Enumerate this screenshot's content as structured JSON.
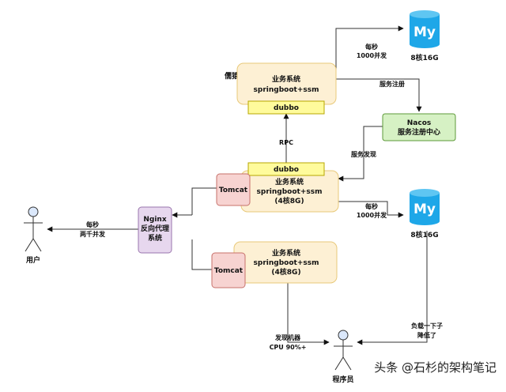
{
  "diagram": {
    "watermark": "头条 @石杉的架构笔记",
    "top_group_title": "儒猿课堂",
    "top_service": {
      "line1": "业务系统",
      "line2": "springboot+ssm",
      "dubbo": "dubbo"
    },
    "mysql_top": {
      "logo": "My",
      "spec": "8核16G",
      "qps_line1": "每秒",
      "qps_line2": "1000并发"
    },
    "service_register": "服务注册",
    "nacos": {
      "line1": "Nacos",
      "line2": "服务注册中心"
    },
    "service_discovery": "服务发现",
    "rpc": "RPC",
    "middle_service": {
      "dubbo": "dubbo",
      "tomcat": "Tomcat",
      "line1": "业务系统",
      "line2": "springboot+ssm",
      "line3": "(4核8G)"
    },
    "mysql_mid": {
      "logo": "My",
      "spec": "8核16G",
      "qps_line1": "每秒",
      "qps_line2": "1000并发"
    },
    "nginx": {
      "line1": "Nginx",
      "line2": "反向代理",
      "line3": "系统"
    },
    "user": {
      "label": "用户",
      "qps_line1": "每秒",
      "qps_line2": "两千并发"
    },
    "bottom_service": {
      "tomcat": "Tomcat",
      "line1": "业务系统",
      "line2": "springboot+ssm",
      "line3": "(4核8G)"
    },
    "discover": {
      "line1": "发现机器",
      "line2": "CPU 90%+"
    },
    "load_note": {
      "line1": "负载一下子",
      "line2": "降低了"
    },
    "programmer": {
      "label": "程序员"
    },
    "colors": {
      "service_fill": "#fdf0d4",
      "service_stroke": "#e8c97a",
      "dubbo_fill": "#fffb9c",
      "dubbo_stroke": "#b7a700",
      "tomcat_fill": "#f7d3d1",
      "tomcat_stroke": "#c7706a",
      "nacos_fill": "#d6f1c4",
      "nacos_stroke": "#5e9a3a",
      "nginx_fill": "#e7d7ee",
      "nginx_stroke": "#9a76ad",
      "mysql": "#1ea7e8"
    }
  }
}
